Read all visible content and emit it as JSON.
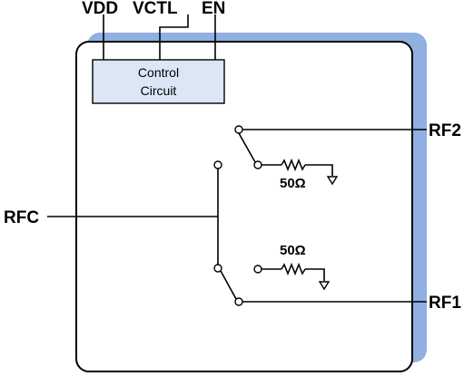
{
  "pins": {
    "vdd": "VDD",
    "vctl": "VCTL",
    "en": "EN",
    "rfc": "RFC",
    "rf1": "RF1",
    "rf2": "RF2"
  },
  "control_block": {
    "line1": "Control",
    "line2": "Circuit"
  },
  "terminations": {
    "upper": "50Ω",
    "lower": "50Ω"
  },
  "colors": {
    "package_shadow": "#8fb0e0",
    "control_fill": "#dbe7f5",
    "stroke": "#000000"
  }
}
